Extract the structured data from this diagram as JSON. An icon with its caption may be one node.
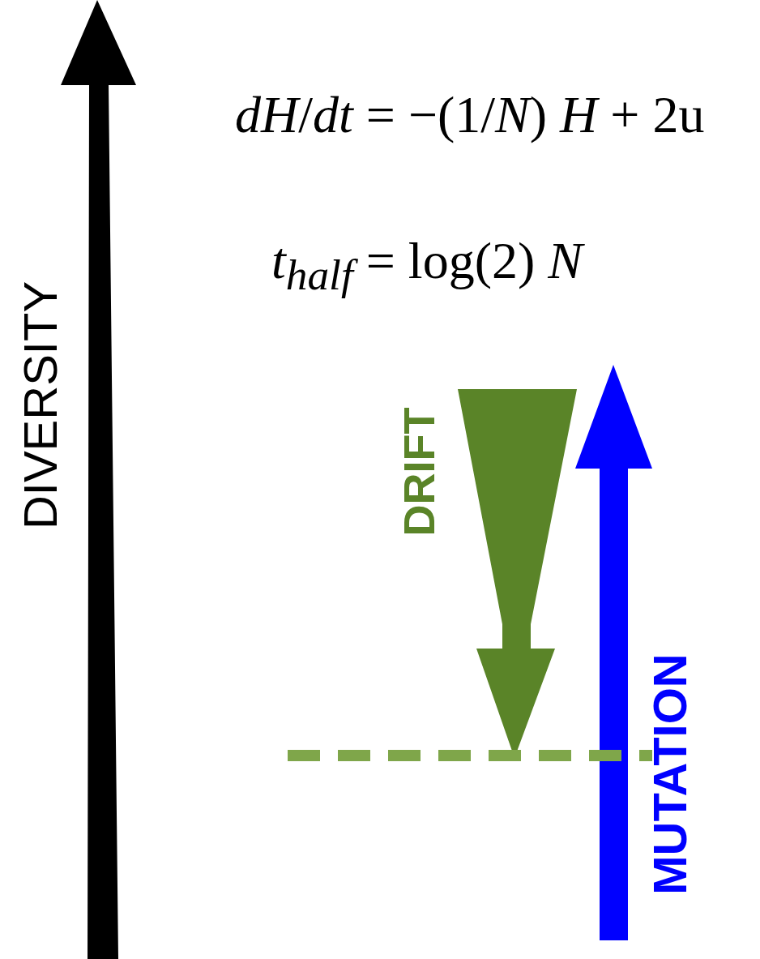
{
  "diagram": {
    "labels": [
      "DIVERSITY",
      "*dH*/*dt* = −(1/*N*) *H* + 2u",
      "*t*$_{half}$ = log(2) *N*",
      "DRIFT",
      "MUTATION"
    ]
  }
}
